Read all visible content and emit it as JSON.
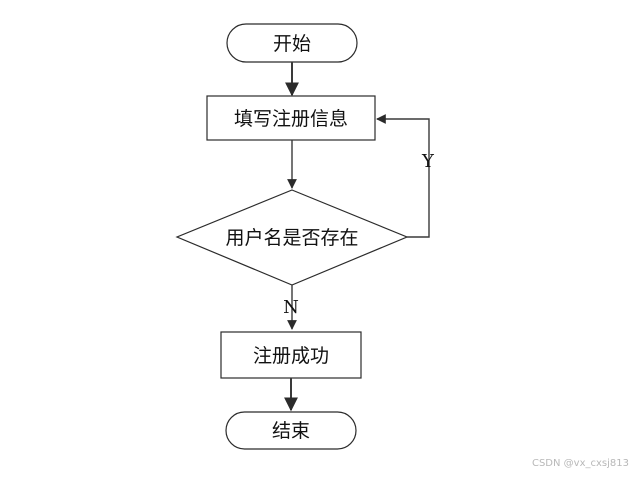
{
  "flowchart": {
    "start": "开始",
    "fill_info": "填写注册信息",
    "decision": "用户名是否存在",
    "yes_label": "Y",
    "no_label": "N",
    "success": "注册成功",
    "end": "结束"
  },
  "watermark": "CSDN @vx_cxsj813",
  "colors": {
    "line": "#3a3a3a",
    "shape_stroke": "#2b2b2b",
    "background": "#ffffff"
  }
}
